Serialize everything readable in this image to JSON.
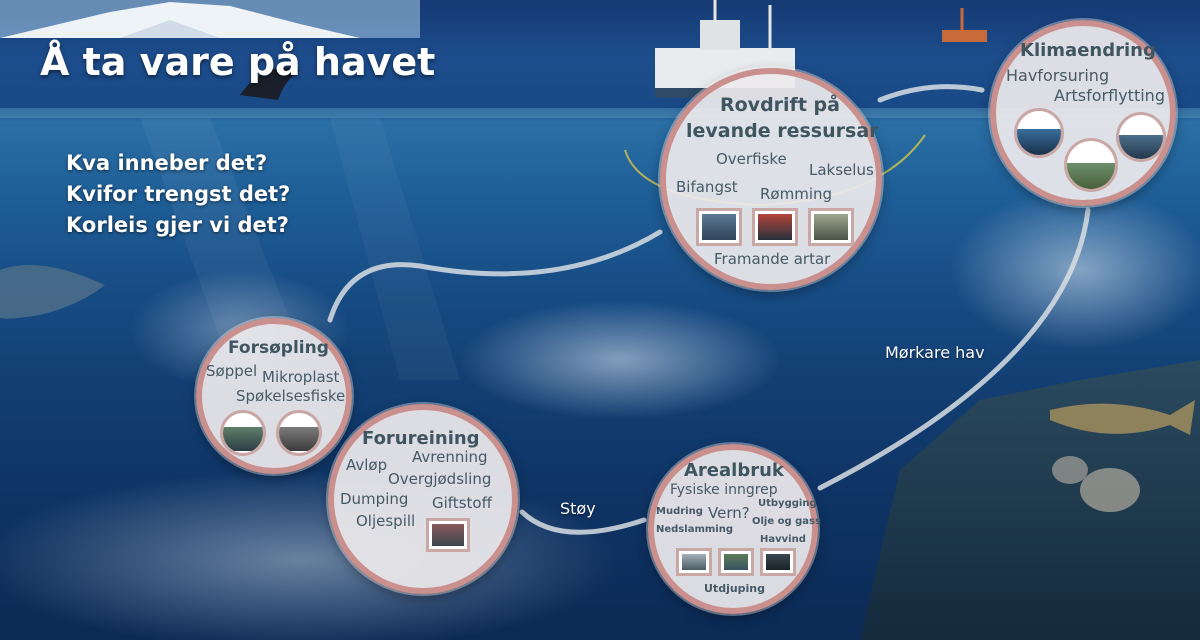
{
  "main_title": "Å ta vare på havet",
  "questions": [
    "Kva inneber det?",
    "Kvifor trengst det?",
    "Korleis gjer vi det?"
  ],
  "path_labels": {
    "dark_sea": "Mørkare hav",
    "noise": "Støy"
  },
  "topics": {
    "rovdrift": {
      "title_line1": "Rovdrift på",
      "title_line2": "levande ressursar",
      "overfiske": "Overfiske",
      "lakselus": "Lakselus",
      "bifangst": "Bifangst",
      "romming": "Rømming",
      "framande": "Framande artar"
    },
    "klima": {
      "title": "Klimaendring",
      "havforsuring": "Havforsuring",
      "artsforflytting": "Artsforflytting"
    },
    "forsopling": {
      "title": "Forsøpling",
      "soppel": "Søppel",
      "mikroplast": "Mikroplast",
      "spokelse": "Spøkelsesfiske"
    },
    "forureining": {
      "title": "Forureining",
      "avlop": "Avløp",
      "avrenning": "Avrenning",
      "overgjodsling": "Overgjødsling",
      "dumping": "Dumping",
      "giftstoff": "Giftstoff",
      "oljespill": "Oljespill"
    },
    "arealbruk": {
      "title": "Arealbruk",
      "fysiske": "Fysiske inngrep",
      "utbygging": "Utbygging",
      "mudring": "Mudring",
      "vern": "Vern?",
      "olje_gass": "Olje og gass",
      "nedslamming": "Nedslamming",
      "havvind": "Havvind",
      "utdjuping": "Utdjuping"
    }
  },
  "colors": {
    "ring": "#c9908d",
    "circle_fill": "#ece9ec",
    "text": "#455a66",
    "path": "#d8dee3"
  }
}
